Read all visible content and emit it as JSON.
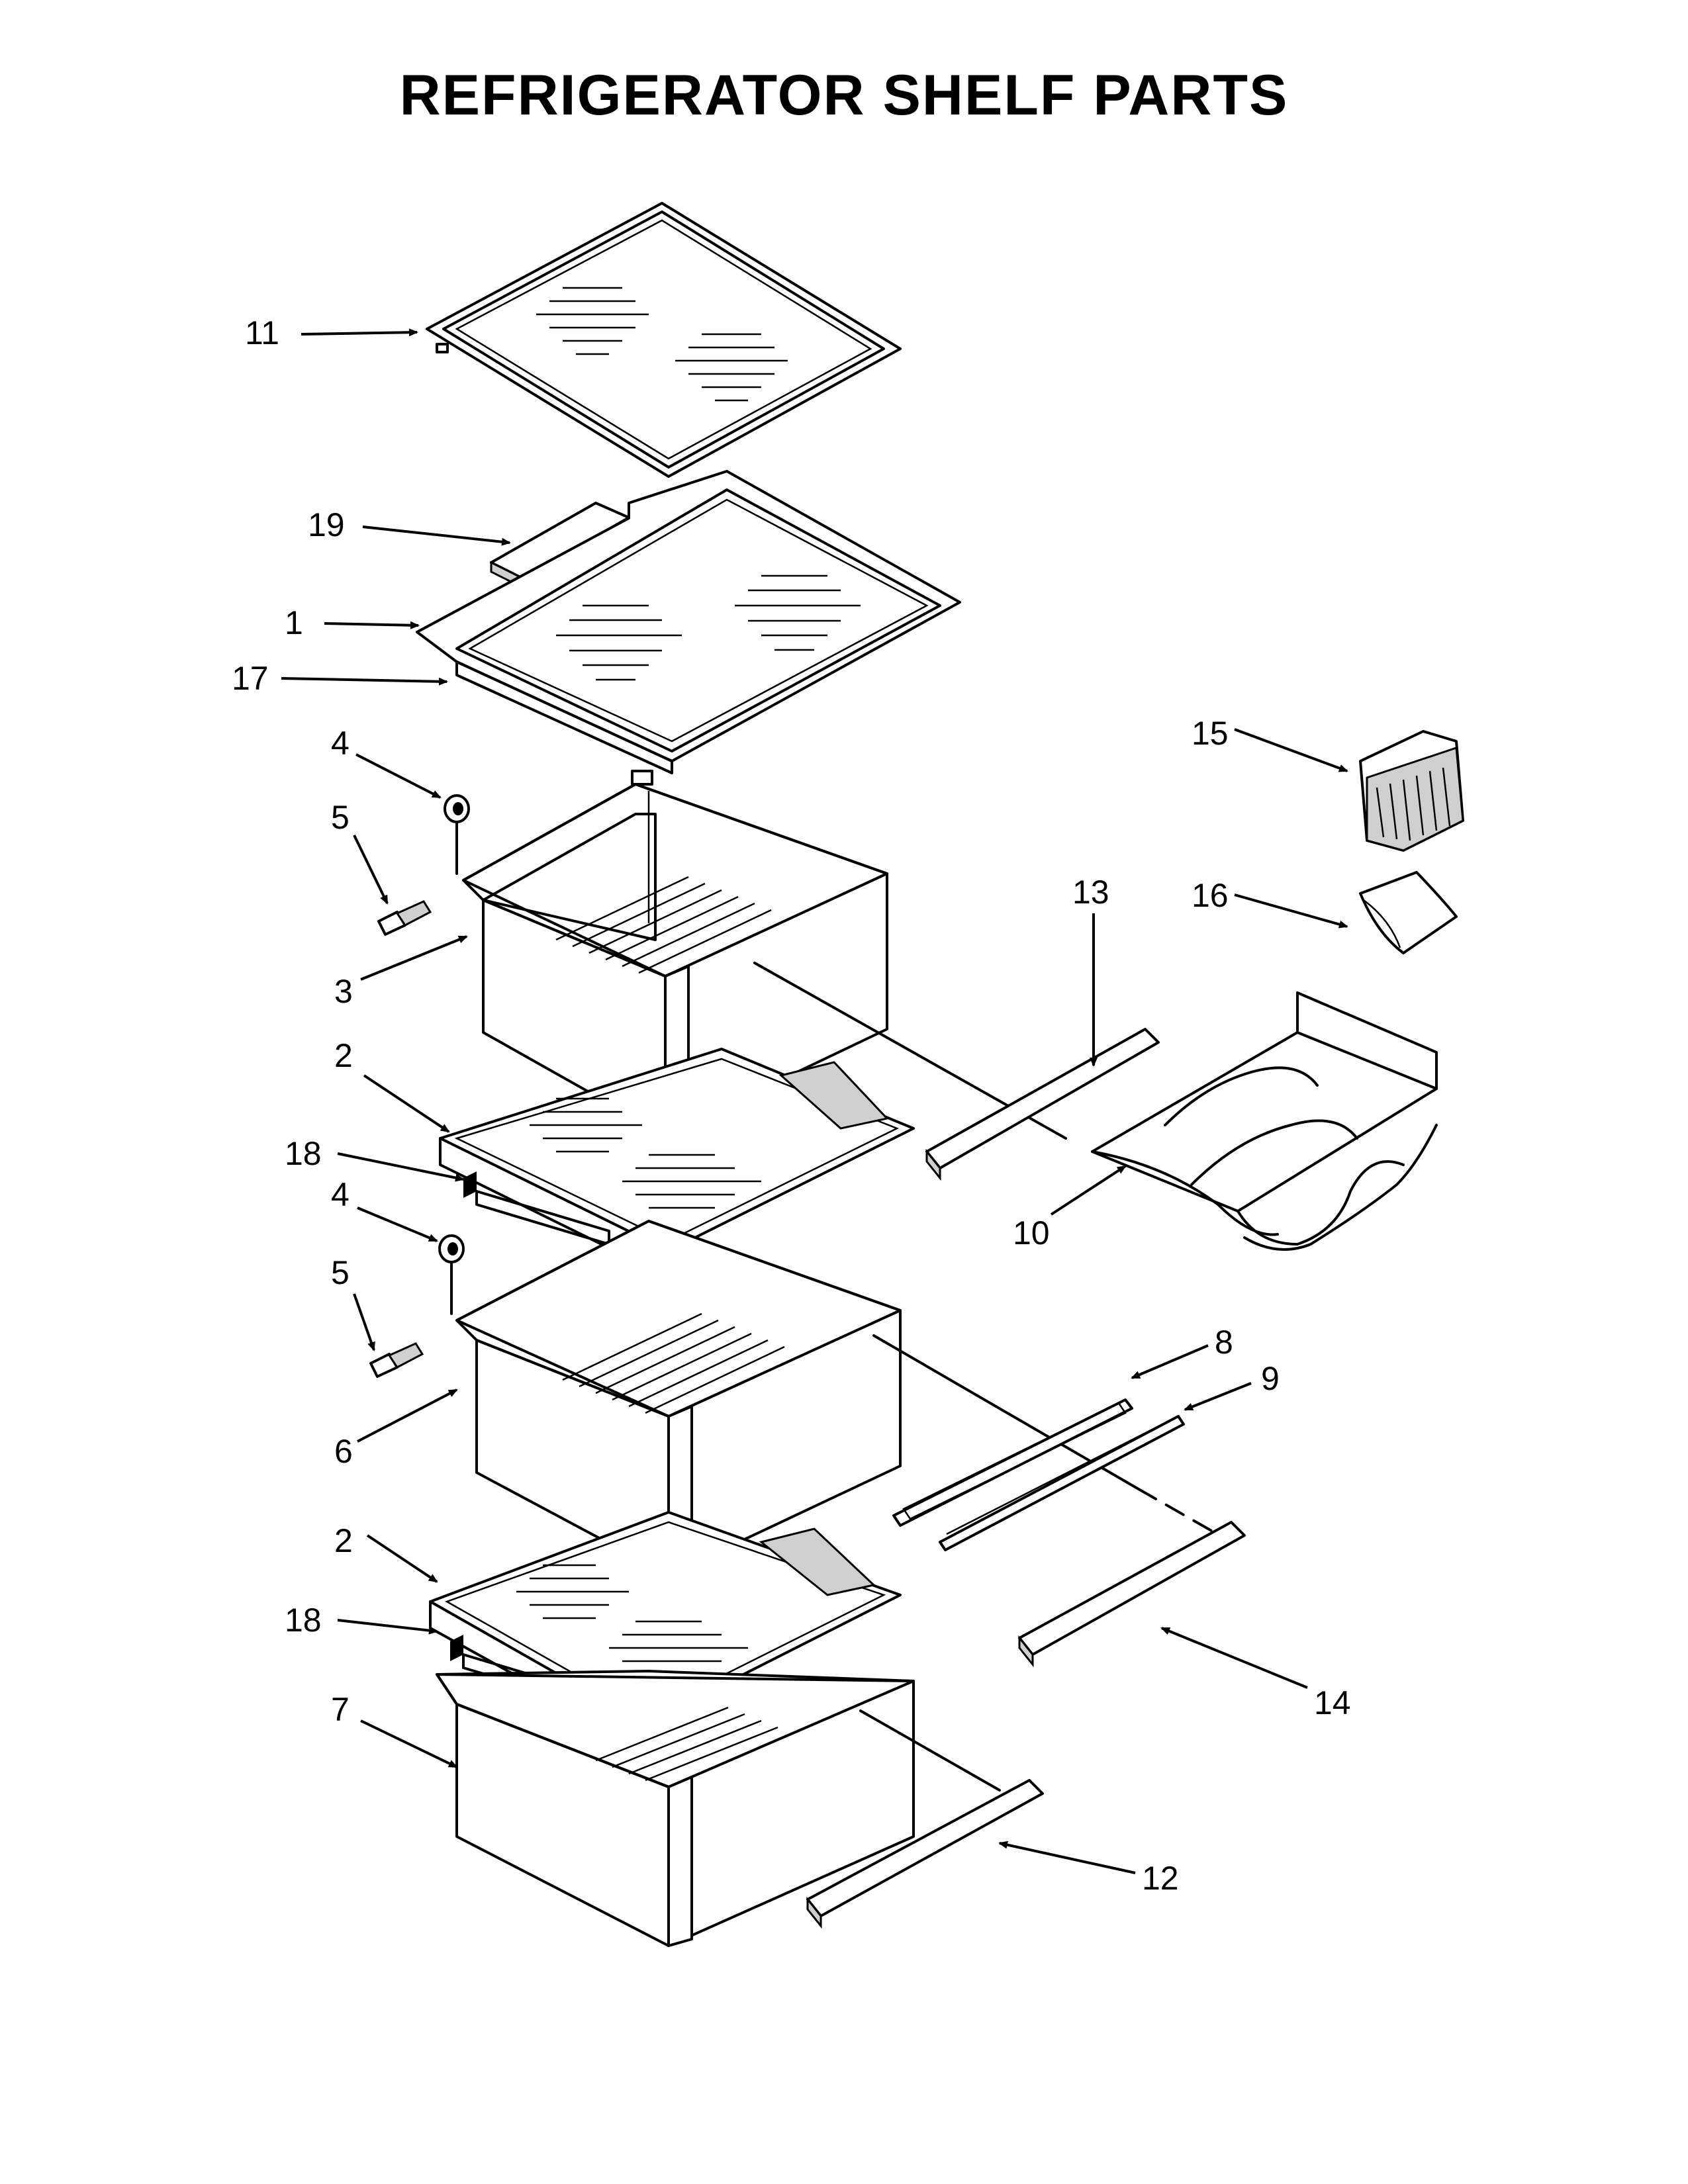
{
  "title": "REFRIGERATOR SHELF PARTS",
  "callouts": [
    "11",
    "19",
    "1",
    "17",
    "4",
    "5",
    "3",
    "2",
    "18",
    "4",
    "5",
    "6",
    "2",
    "18",
    "7",
    "13",
    "15",
    "16",
    "10",
    "8",
    "9",
    "14",
    "12"
  ],
  "colors": {
    "ink": "#000000",
    "background": "#ffffff",
    "shade": "#cfcfcf"
  }
}
